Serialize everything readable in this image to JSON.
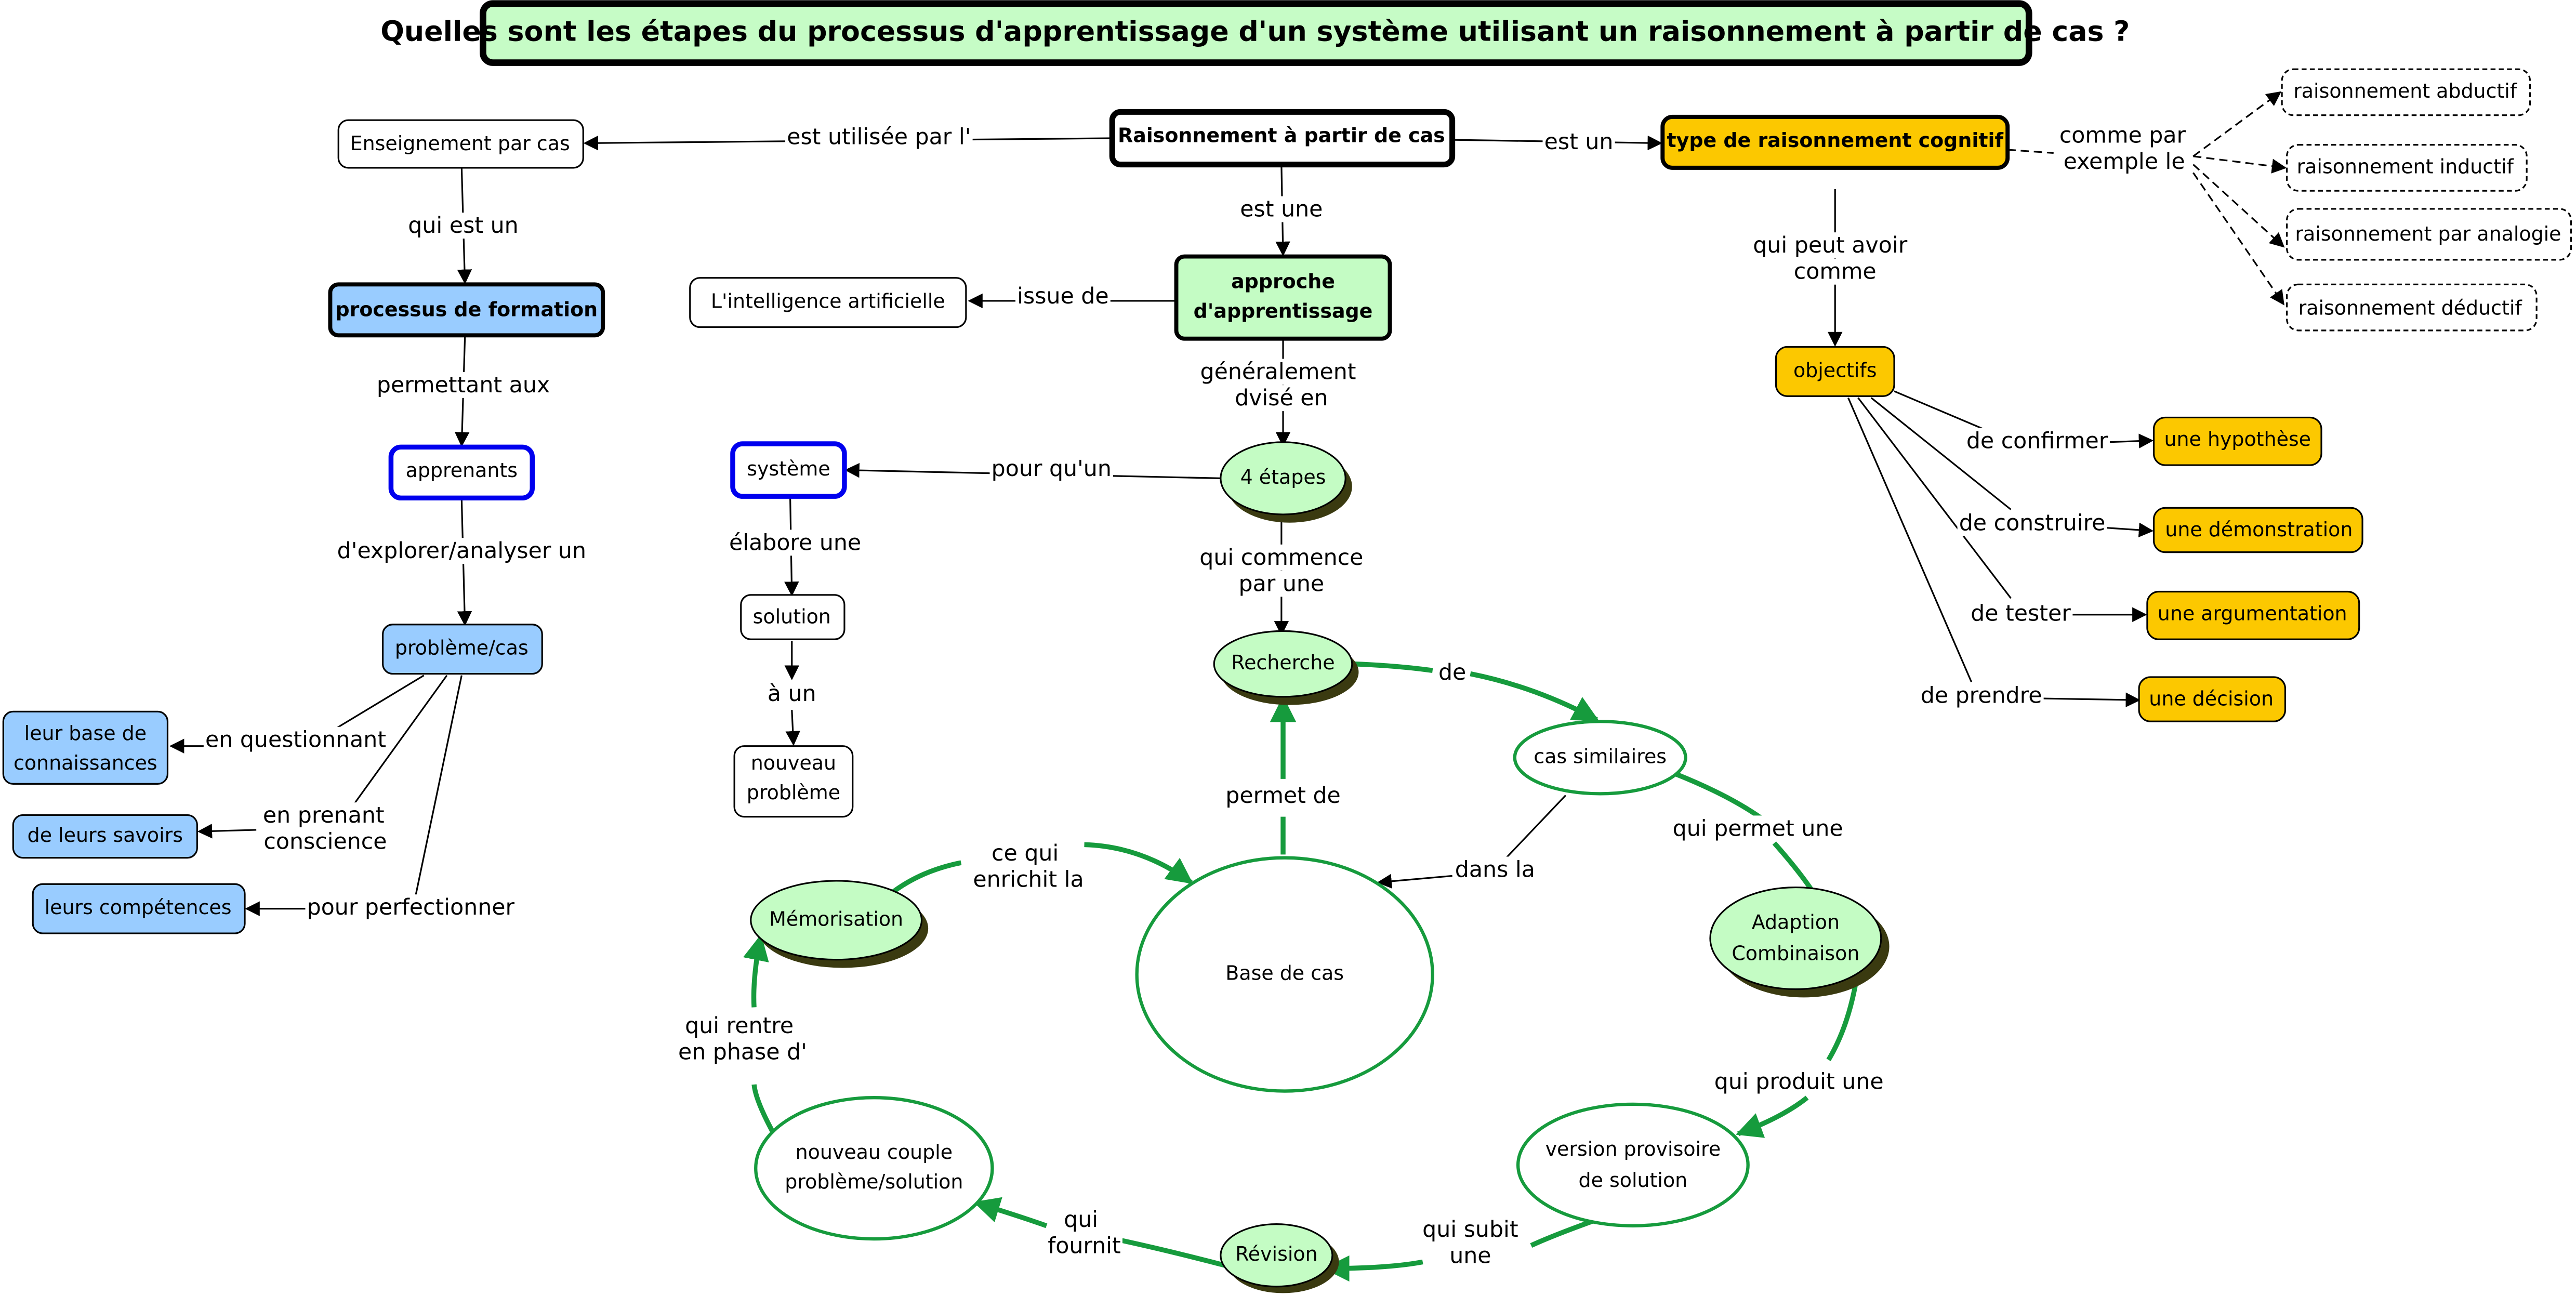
{
  "title": "Quelles sont les étapes du processus d'apprentissage d'un système utilisant un raisonnement à partir de cas ?",
  "colors": {
    "title_bg": "#c6fcc6",
    "light_green": "#c4fcc4",
    "orange": "#fcc800",
    "blue": "#99ccff",
    "blue_border": "#0000ee",
    "cycle_green": "#169b3d"
  },
  "concepts": {
    "raisonnement": "Raisonnement à partir de cas",
    "enseignement": "Enseignement par cas",
    "processus_formation": "processus de formation",
    "apprenants": "apprenants",
    "probleme_cas": "problème/cas",
    "base_connaissances": [
      "leur base de",
      "connaissances"
    ],
    "savoirs": "de leurs savoirs",
    "competences": "leurs compétences",
    "approche": [
      "approche",
      "d'apprentissage"
    ],
    "ia": "L'intelligence artificielle",
    "quatre_etapes": "4 étapes",
    "systeme": "système",
    "solution": "solution",
    "nouveau_probleme": [
      "nouveau",
      "problème"
    ],
    "type_raisonnement": "type de raisonnement cognitif",
    "abductif": "raisonnement abductif",
    "inductif": "raisonnement inductif",
    "analogie": "raisonnement par analogie",
    "deductif": "raisonnement déductif",
    "objectifs": "objectifs",
    "hypothese": "une hypothèse",
    "demonstration": "une démonstration",
    "argumentation": "une argumentation",
    "decision": "une décision",
    "recherche": "Recherche",
    "cas_similaires": "cas similaires",
    "adaption": [
      "Adaption",
      "Combinaison"
    ],
    "version_provisoire": [
      "version provisoire",
      "de solution"
    ],
    "revision": "Révision",
    "nouveau_couple": [
      "nouveau couple",
      "problème/solution"
    ],
    "memorisation": "Mémorisation",
    "base_de_cas": "Base de cas"
  },
  "links": {
    "est_utilisee_par": "est utilisée par l'",
    "qui_est_un": "qui est un",
    "permettant_aux": "permettant aux",
    "explorer": "d'explorer/analyser un",
    "en_questionnant": "en questionnant",
    "en_prenant": [
      "en prenant",
      "conscience"
    ],
    "pour_perfectionner": "pour perfectionner",
    "est_une": "est une",
    "issue_de": "issue de",
    "generalement": [
      "généralement",
      "dvisé en"
    ],
    "pour_qu_un": "pour qu'un",
    "elabore_une": "élabore une",
    "a_un": "à un",
    "qui_commence": [
      "qui commence",
      "par une"
    ],
    "est_un": "est un",
    "comme_par": [
      "comme par",
      "exemple le"
    ],
    "qui_peut_avoir": [
      "qui peut avoir",
      "comme"
    ],
    "de_confirmer": "de confirmer",
    "de_construire": "de construire",
    "de_tester": "de tester",
    "de_prendre": "de prendre",
    "de": "de",
    "dans_la": "dans la",
    "qui_permet_une": "qui permet une",
    "qui_produit_une": "qui produit une",
    "qui_subit_une": [
      "qui subit",
      "une"
    ],
    "qui_fournit": [
      "qui",
      "fournit"
    ],
    "qui_rentre": [
      "qui rentre",
      "en phase d'"
    ],
    "ce_qui_enrichit": [
      "ce qui",
      "enrichit la"
    ],
    "permet_de": "permet de"
  }
}
